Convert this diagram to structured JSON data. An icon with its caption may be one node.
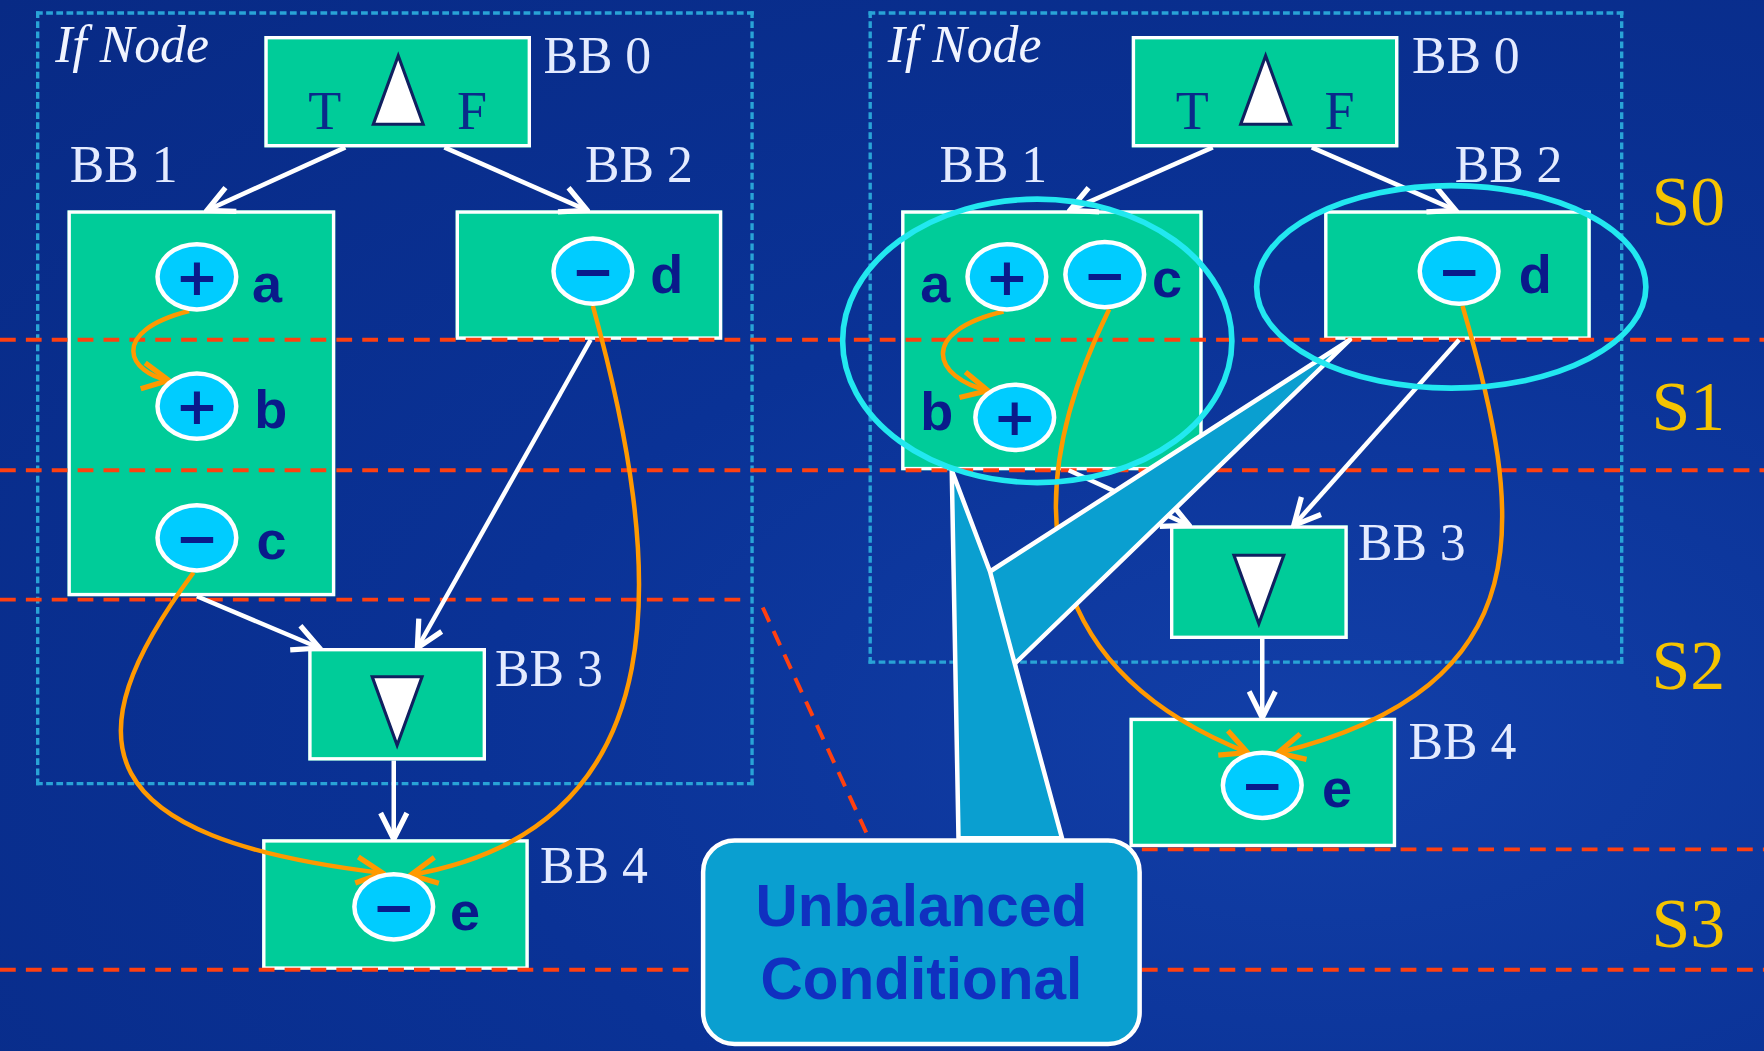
{
  "diagram": {
    "nodes": [
      {
        "text": [
          "If Node"
        ]
      },
      {
        "text": [
          "T",
          "F"
        ],
        "beside": [
          "BB 0"
        ],
        "in": 0
      },
      {
        "text": [],
        "shape": "box",
        "beside": [
          "BB 1"
        ],
        "in": 0
      },
      {
        "text": [
          "+"
        ],
        "beside": [
          "a"
        ],
        "in": 2
      },
      {
        "text": [
          "+"
        ],
        "beside": [
          "b"
        ],
        "in": 2
      },
      {
        "text": [
          "−"
        ],
        "beside": [
          "c"
        ],
        "in": 2
      },
      {
        "text": [],
        "shape": "box",
        "beside": [
          "BB 2"
        ],
        "in": 0
      },
      {
        "text": [
          "−"
        ],
        "beside": [
          "d"
        ],
        "in": 6
      },
      {
        "text": [],
        "shape": "box",
        "beside": [
          "BB 3"
        ],
        "in": 0
      },
      {
        "text": [],
        "shape": "box",
        "beside": [
          "BB 4"
        ]
      },
      {
        "text": [
          "−"
        ],
        "beside": [
          "e"
        ],
        "in": 9
      },
      {
        "text": [
          "If Node"
        ]
      },
      {
        "text": [
          "T",
          "F"
        ],
        "beside": [
          "BB 0"
        ],
        "in": 11
      },
      {
        "text": [],
        "shape": "box",
        "beside": [
          "BB 1"
        ],
        "in": 11
      },
      {
        "text": [
          "+"
        ],
        "beside": [
          "a"
        ],
        "in": 13
      },
      {
        "text": [
          "−"
        ],
        "beside": [
          "c"
        ],
        "in": 13
      },
      {
        "text": [
          "+"
        ],
        "beside": [
          "b"
        ],
        "in": 13
      },
      {
        "text": [],
        "shape": "box",
        "beside": [
          "BB 2"
        ],
        "in": 11
      },
      {
        "text": [
          "−"
        ],
        "beside": [
          "d"
        ],
        "in": 17
      },
      {
        "text": [],
        "shape": "box",
        "beside": [
          "BB 3"
        ],
        "in": 11
      },
      {
        "text": [],
        "shape": "box",
        "beside": [
          "BB 4"
        ]
      },
      {
        "text": [
          "−"
        ],
        "beside": [
          "e"
        ],
        "in": 20
      },
      {
        "text": [
          "Unbalanced Conditional"
        ]
      }
    ],
    "edges": [
      {
        "from": 1,
        "to": 2,
        "arrow": "to"
      },
      {
        "from": 1,
        "to": 6,
        "arrow": "to"
      },
      {
        "from": 2,
        "to": 8,
        "arrow": "to"
      },
      {
        "from": 6,
        "to": 8,
        "arrow": "to"
      },
      {
        "from": 8,
        "to": 9,
        "arrow": "to"
      },
      {
        "from": 3,
        "to": 4,
        "arrow": "to",
        "color": "#ff9900"
      },
      {
        "from": 5,
        "to": 10,
        "arrow": "to",
        "color": "#ff9900"
      },
      {
        "from": 7,
        "to": 10,
        "arrow": "to",
        "color": "#ff9900"
      },
      {
        "from": 12,
        "to": 13,
        "arrow": "to"
      },
      {
        "from": 12,
        "to": 17,
        "arrow": "to"
      },
      {
        "from": 13,
        "to": 19,
        "arrow": "to"
      },
      {
        "from": 17,
        "to": 19,
        "arrow": "to"
      },
      {
        "from": 19,
        "to": 20,
        "arrow": "to"
      },
      {
        "from": 14,
        "to": 16,
        "arrow": "to",
        "color": "#ff9900"
      },
      {
        "from": 15,
        "to": 21,
        "arrow": "to",
        "color": "#ff9900"
      },
      {
        "from": 18,
        "to": 21,
        "arrow": "to",
        "color": "#ff9900"
      },
      {
        "from": 22,
        "to": 13,
        "arrow": "none",
        "style": "thick",
        "color": "#0a9fd0"
      },
      {
        "from": 22,
        "to": 17,
        "arrow": "none",
        "style": "thick",
        "color": "#0a9fd0"
      }
    ],
    "labels": [
      "S0",
      "S1",
      "S2",
      "S3"
    ]
  }
}
